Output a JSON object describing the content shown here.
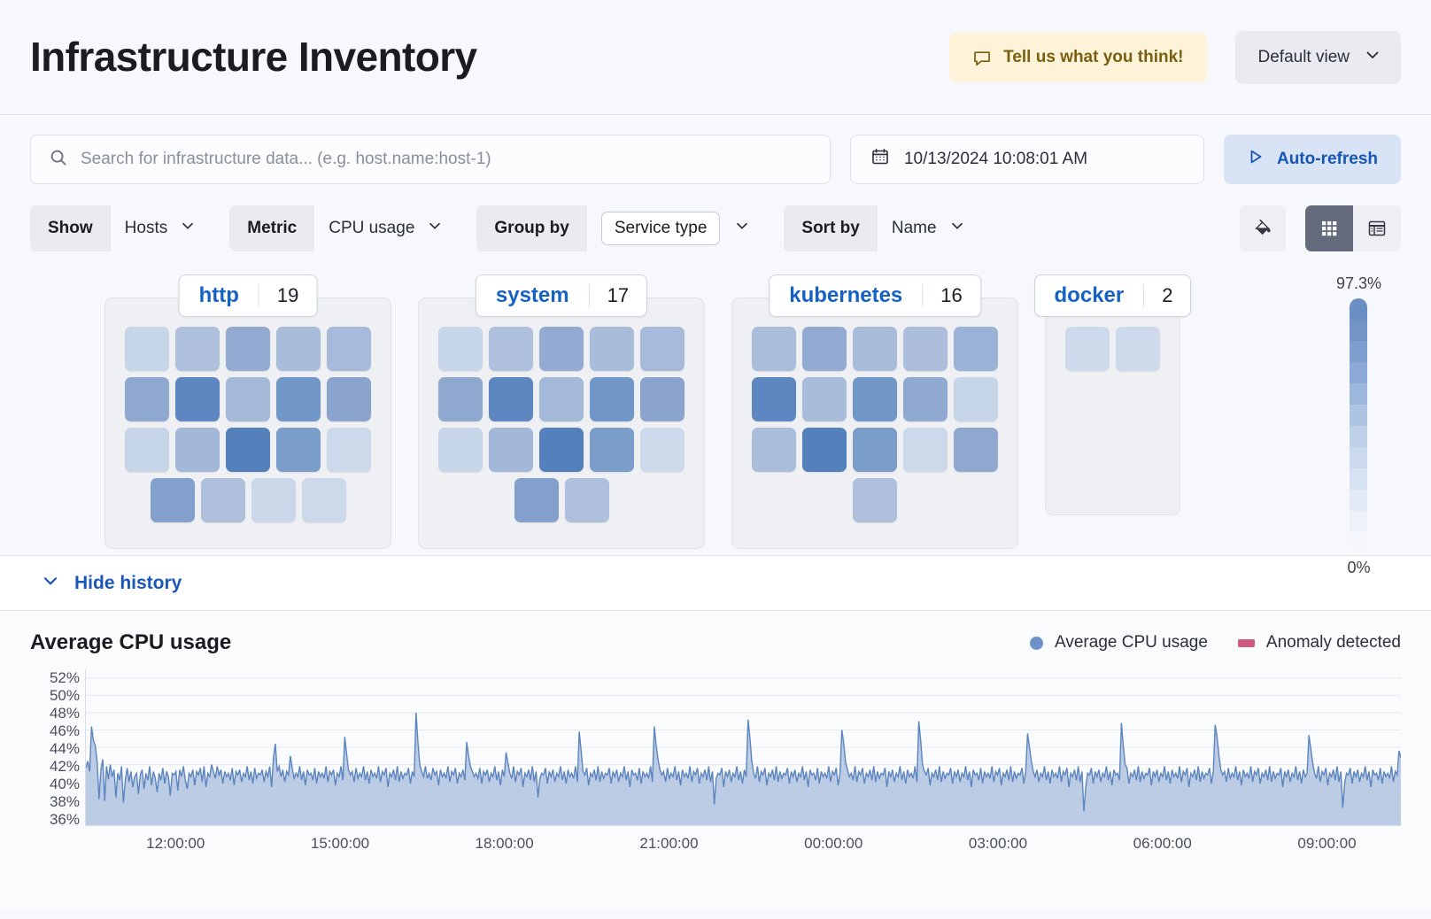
{
  "header": {
    "title": "Infrastructure Inventory",
    "feedback_label": "Tell us what you think!",
    "feedback_icon": "comment-icon",
    "view_label": "Default view",
    "view_icon": "chevron-down-icon"
  },
  "search": {
    "placeholder": "Search for infrastructure data... (e.g. host.name:host-1)",
    "value": "",
    "icon": "search-icon"
  },
  "datepicker": {
    "value": "10/13/2024 10:08:01 AM",
    "icon": "calendar-icon"
  },
  "refresh": {
    "label": "Auto-refresh",
    "icon": "play-icon"
  },
  "controls": [
    {
      "label": "Show",
      "value": "Hosts",
      "boxed": false
    },
    {
      "label": "Metric",
      "value": "CPU usage",
      "boxed": false
    },
    {
      "label": "Group by",
      "value": "Service type",
      "boxed": true
    },
    {
      "label": "Sort by",
      "value": "Name",
      "boxed": false
    }
  ],
  "view_buttons": {
    "palette_icon": "paint-bucket-icon",
    "grid_icon": "grid-view-icon",
    "table_icon": "table-view-icon",
    "active": "grid-view-icon"
  },
  "legend_scale": {
    "max_label": "97.3%",
    "min_label": "0%",
    "steps": [
      "#6A8FC4",
      "#7294C7",
      "#7E9ECD",
      "#8CAAD5",
      "#9DB7DC",
      "#AEC4E3",
      "#BFD0E9",
      "#CBD9EE",
      "#D6E1F2",
      "#E2EAF6",
      "#EDF1F9",
      "#F5F7FC"
    ]
  },
  "groups": [
    {
      "name": "http",
      "count": "19",
      "rows": [
        [
          "#C7D5E8",
          "#AEC0DC",
          "#93AAD2",
          "#A9BCDA",
          "#A7BAD9"
        ],
        [
          "#8EA8D0",
          "#5E86C0",
          "#A4B8D8",
          "#7197C8",
          "#8AA4CE"
        ],
        [
          "#C7D5E8",
          "#A3B7D8",
          "#5480BC",
          "#7A9DCA",
          "#CCD9EA"
        ],
        [
          "#83A0CC",
          "#AEC0DC",
          "#C9D7E9",
          "#CCD9EA"
        ]
      ]
    },
    {
      "name": "system",
      "count": "17",
      "rows": [
        [
          "#C7D5E8",
          "#AEC0DC",
          "#93AAD2",
          "#A9BCDA",
          "#A7BAD9"
        ],
        [
          "#8EA8D0",
          "#5E86C0",
          "#A4B8D8",
          "#7197C8",
          "#8AA4CE"
        ],
        [
          "#C7D5E8",
          "#A3B7D8",
          "#5480BC",
          "#7A9DCA",
          "#CCD9EA"
        ],
        [
          "#83A0CC",
          "#AEC0DC"
        ]
      ]
    },
    {
      "name": "kubernetes",
      "count": "16",
      "rows": [
        [
          "#AABDDA",
          "#93AAD2",
          "#A9BCDA",
          "#ACBEDB",
          "#9AB2D6"
        ],
        [
          "#5E86C0",
          "#A9BCDA",
          "#7197C8",
          "#90A9D1",
          "#C7D5E8"
        ],
        [
          "#AABDDA",
          "#5480BC",
          "#7A9DCA",
          "#CCD9EA",
          "#8EA8D0"
        ],
        [
          "#AEC0DC"
        ]
      ]
    },
    {
      "name": "docker",
      "count": "2",
      "rows": [
        [
          "#CED9EB",
          "#CED9EB"
        ]
      ]
    }
  ],
  "history": {
    "toggle_label": "Hide history",
    "toggle_icon": "chevron-down-icon"
  },
  "chart_data": {
    "type": "area",
    "title": "Average CPU usage",
    "xlabel": "",
    "ylabel": "",
    "ylim": [
      35,
      53
    ],
    "grid": true,
    "legend_position": "top-right",
    "legend": [
      {
        "name": "Average CPU usage",
        "color": "#6D92C9",
        "marker": "circle"
      },
      {
        "name": "Anomaly detected",
        "color": "#CC5B7E",
        "marker": "square"
      }
    ],
    "ytick_labels": [
      "52%",
      "50%",
      "48%",
      "46%",
      "44%",
      "42%",
      "40%",
      "38%",
      "36%"
    ],
    "yticks": [
      52,
      50,
      48,
      46,
      44,
      42,
      40,
      38,
      36
    ],
    "xtick_labels": [
      "12:00:00",
      "15:00:00",
      "18:00:00",
      "21:00:00",
      "00:00:00",
      "03:00:00",
      "06:00:00",
      "09:00:00"
    ],
    "series": [
      {
        "name": "Average CPU usage",
        "color": "#6D92C9",
        "values": [
          41.6,
          42.4,
          41.2,
          46.4,
          44.8,
          44.2,
          42.3,
          38.0,
          41.4,
          42.6,
          37.8,
          41.8,
          40.3,
          42.0,
          40.6,
          41.4,
          38.2,
          41.0,
          40.2,
          41.8,
          37.6,
          40.2,
          41.6,
          40.0,
          41.2,
          39.4,
          40.6,
          41.0,
          38.6,
          40.8,
          41.4,
          39.2,
          41.0,
          40.2,
          41.8,
          39.6,
          41.2,
          40.4,
          38.8,
          41.0,
          40.2,
          41.6,
          39.8,
          41.2,
          40.6,
          38.4,
          41.0,
          40.8,
          41.2,
          39.0,
          41.4,
          40.6,
          41.8,
          40.2,
          39.2,
          41.0,
          40.6,
          41.4,
          39.6,
          41.2,
          40.8,
          41.6,
          40.0,
          41.8,
          39.4,
          41.0,
          40.6,
          42.0,
          41.2,
          40.4,
          41.8,
          40.8,
          41.4,
          39.8,
          41.2,
          40.6,
          41.0,
          40.2,
          41.6,
          39.6,
          41.2,
          40.8,
          41.4,
          40.0,
          41.0,
          40.6,
          41.8,
          40.2,
          41.2,
          39.8,
          41.6,
          40.4,
          41.0,
          40.8,
          41.4,
          40.0,
          41.2,
          40.6,
          41.8,
          39.4,
          42.8,
          44.4,
          41.2,
          41.8,
          40.6,
          41.4,
          40.0,
          41.2,
          40.8,
          43.0,
          41.6,
          40.4,
          41.0,
          40.6,
          41.8,
          40.2,
          41.2,
          39.6,
          41.4,
          40.8,
          41.0,
          40.2,
          41.6,
          39.8,
          41.2,
          40.6,
          41.0,
          40.4,
          41.8,
          40.0,
          41.2,
          40.8,
          41.4,
          39.6,
          41.0,
          40.6,
          41.8,
          40.2,
          45.2,
          43.2,
          41.4,
          40.8,
          41.2,
          40.0,
          41.6,
          40.4,
          41.0,
          40.6,
          41.8,
          40.2,
          41.2,
          39.8,
          41.4,
          40.6,
          41.0,
          40.4,
          41.8,
          40.0,
          41.2,
          40.8,
          41.6,
          39.4,
          41.0,
          40.6,
          41.4,
          40.2,
          41.8,
          40.0,
          41.2,
          40.4,
          41.0,
          40.8,
          41.6,
          39.8,
          41.2,
          40.6,
          48.0,
          44.6,
          42.0,
          41.2,
          40.6,
          41.8,
          40.4,
          41.0,
          40.2,
          41.6,
          40.8,
          41.2,
          39.6,
          41.4,
          40.6,
          41.0,
          40.4,
          41.8,
          40.0,
          41.2,
          40.8,
          41.6,
          39.8,
          41.0,
          40.6,
          41.4,
          40.2,
          44.6,
          43.0,
          41.8,
          41.2,
          40.6,
          41.0,
          40.4,
          41.6,
          39.8,
          41.2,
          40.8,
          41.4,
          40.0,
          41.0,
          40.6,
          41.8,
          40.2,
          41.2,
          39.6,
          41.4,
          40.6,
          43.4,
          42.2,
          41.0,
          40.4,
          41.8,
          40.0,
          41.2,
          40.8,
          41.6,
          39.4,
          41.0,
          40.6,
          41.4,
          40.2,
          41.8,
          40.0,
          41.2,
          38.2,
          40.4,
          41.0,
          40.8,
          41.6,
          39.8,
          41.2,
          40.6,
          41.4,
          40.0,
          41.0,
          40.6,
          41.8,
          40.2,
          41.2,
          39.8,
          41.4,
          40.6,
          41.0,
          40.4,
          41.8,
          40.0,
          45.8,
          43.6,
          41.2,
          40.8,
          41.6,
          39.6,
          41.0,
          40.6,
          41.4,
          40.2,
          41.8,
          40.0,
          41.2,
          40.4,
          41.0,
          40.8,
          41.6,
          39.8,
          41.2,
          40.6,
          41.4,
          40.0,
          41.0,
          40.6,
          41.8,
          40.2,
          41.2,
          39.4,
          41.4,
          40.8,
          41.0,
          40.2,
          41.6,
          39.8,
          41.2,
          40.6,
          41.0,
          40.4,
          41.8,
          40.0,
          46.4,
          44.2,
          42.6,
          41.4,
          40.8,
          41.2,
          40.0,
          41.6,
          40.4,
          41.0,
          40.6,
          41.8,
          40.2,
          41.2,
          39.6,
          41.4,
          40.6,
          41.0,
          40.4,
          41.8,
          40.0,
          41.2,
          40.8,
          41.6,
          39.8,
          41.0,
          40.6,
          41.4,
          40.2,
          41.8,
          40.0,
          41.2,
          37.4,
          40.4,
          41.0,
          40.8,
          41.6,
          39.4,
          41.2,
          40.6,
          41.4,
          40.0,
          41.0,
          40.6,
          41.8,
          40.2,
          41.2,
          39.8,
          41.4,
          40.6,
          47.2,
          45.0,
          42.4,
          41.0,
          40.4,
          41.8,
          40.0,
          41.2,
          40.8,
          41.6,
          39.6,
          41.0,
          40.6,
          41.4,
          40.2,
          41.8,
          40.0,
          41.2,
          40.4,
          41.0,
          40.8,
          41.6,
          39.8,
          41.2,
          40.6,
          41.4,
          40.0,
          41.0,
          40.6,
          41.8,
          40.2,
          41.2,
          39.4,
          41.4,
          40.8,
          41.0,
          40.2,
          41.6,
          39.8,
          41.2,
          40.6,
          41.0,
          40.4,
          41.8,
          40.0,
          41.2,
          40.8,
          41.6,
          39.6,
          41.0,
          46.0,
          44.4,
          42.2,
          41.4,
          40.6,
          41.0,
          40.2,
          41.8,
          40.0,
          41.2,
          40.8,
          41.6,
          39.8,
          41.0,
          40.6,
          41.4,
          40.2,
          41.8,
          40.0,
          41.2,
          40.4,
          41.0,
          40.8,
          41.6,
          39.4,
          41.2,
          40.6,
          41.4,
          40.0,
          41.0,
          40.6,
          41.8,
          40.2,
          41.2,
          39.8,
          41.4,
          40.6,
          41.0,
          40.4,
          41.8,
          40.0,
          47.0,
          44.8,
          42.0,
          41.2,
          40.8,
          41.6,
          39.6,
          41.0,
          40.6,
          41.4,
          40.2,
          41.8,
          40.0,
          41.2,
          40.4,
          41.0,
          40.8,
          41.6,
          39.8,
          41.2,
          40.6,
          41.4,
          40.0,
          41.0,
          40.6,
          41.8,
          40.2,
          41.2,
          39.4,
          41.4,
          40.8,
          41.0,
          40.2,
          41.6,
          39.8,
          41.2,
          40.6,
          41.0,
          40.4,
          41.8,
          40.0,
          41.2,
          40.8,
          41.6,
          39.6,
          41.0,
          40.6,
          41.4,
          40.2,
          41.8,
          40.0,
          41.2,
          40.4,
          41.0,
          40.8,
          41.6,
          39.8,
          41.2,
          45.6,
          44.0,
          42.4,
          41.2,
          40.6,
          41.4,
          40.0,
          41.0,
          40.6,
          41.8,
          40.2,
          41.2,
          39.8,
          41.4,
          40.6,
          41.0,
          40.4,
          41.8,
          40.0,
          41.2,
          40.8,
          41.6,
          39.4,
          41.0,
          40.6,
          41.4,
          40.2,
          41.8,
          40.0,
          41.2,
          36.6,
          39.4,
          41.0,
          40.8,
          41.6,
          39.8,
          41.2,
          40.6,
          41.4,
          40.0,
          41.0,
          40.6,
          41.8,
          40.2,
          41.2,
          39.6,
          41.4,
          40.8,
          41.0,
          40.2,
          46.8,
          44.2,
          42.0,
          41.6,
          39.8,
          41.0,
          40.6,
          41.4,
          40.2,
          41.8,
          40.0,
          41.2,
          40.4,
          41.0,
          40.8,
          41.6,
          39.6,
          41.2,
          40.6,
          41.4,
          40.0,
          41.0,
          40.6,
          41.8,
          40.2,
          41.2,
          39.8,
          41.4,
          40.6,
          41.0,
          40.4,
          41.8,
          40.0,
          41.2,
          40.8,
          41.6,
          39.4,
          41.0,
          40.6,
          41.4,
          40.2,
          41.8,
          40.0,
          41.2,
          40.4,
          41.0,
          40.8,
          41.6,
          39.8,
          41.2,
          46.6,
          45.2,
          43.0,
          41.4,
          40.8,
          41.2,
          40.0,
          41.6,
          40.4,
          41.0,
          40.6,
          41.8,
          40.2,
          41.2,
          39.6,
          41.4,
          40.6,
          41.0,
          40.4,
          41.8,
          40.0,
          41.2,
          40.8,
          41.6,
          39.8,
          41.0,
          40.6,
          41.4,
          40.2,
          41.8,
          40.0,
          41.2,
          40.4,
          41.0,
          40.8,
          41.6,
          39.4,
          41.2,
          40.6,
          41.4,
          40.0,
          41.0,
          40.6,
          41.8,
          40.2,
          41.2,
          39.8,
          41.4,
          40.6,
          41.0,
          45.4,
          43.8,
          42.2,
          41.0,
          40.4,
          41.8,
          40.0,
          41.2,
          40.8,
          41.6,
          39.6,
          41.0,
          40.6,
          41.4,
          40.2,
          41.8,
          40.0,
          41.2,
          37.0,
          39.8,
          41.0,
          40.8,
          41.6,
          39.8,
          41.2,
          40.6,
          41.4,
          40.0,
          41.0,
          40.6,
          41.8,
          40.2,
          41.2,
          39.4,
          41.4,
          40.8,
          41.0,
          40.2,
          41.6,
          39.8,
          41.2,
          40.6,
          41.0,
          40.4,
          41.8,
          40.0,
          41.2,
          40.8,
          43.6,
          42.8
        ]
      }
    ]
  }
}
